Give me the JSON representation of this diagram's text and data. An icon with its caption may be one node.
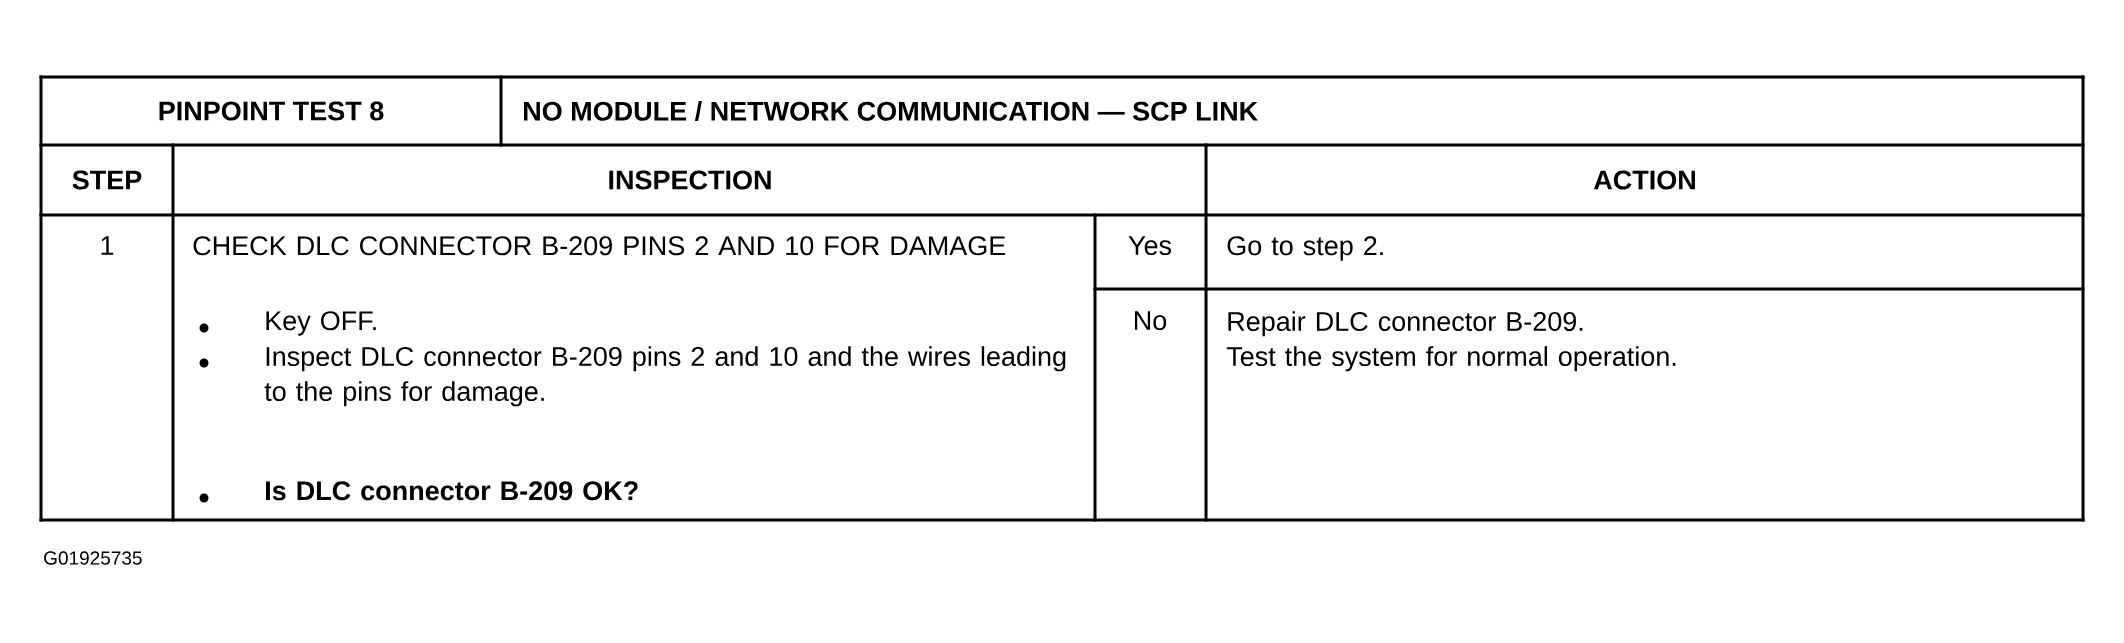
{
  "diagram": {
    "labels": [
      "PINPOINT TEST 8",
      "NO MODULE / NETWORK COMMUNICATION — SCP LINK",
      "STEP",
      "INSPECTION",
      "ACTION",
      "1",
      "CHECK DLC CONNECTOR B-209 PINS 2 AND 10 FOR DAMAGE",
      "Key OFF.",
      "Inspect DLC connector B-209 pins 2 and 10 and the wires leading to the pins for damage.",
      "Is DLC connector B-209 OK?",
      "Yes",
      "Go to step 2.",
      "No",
      "Repair DLC connector B-209.",
      "Test the system for normal operation.",
      "G01925735"
    ]
  }
}
